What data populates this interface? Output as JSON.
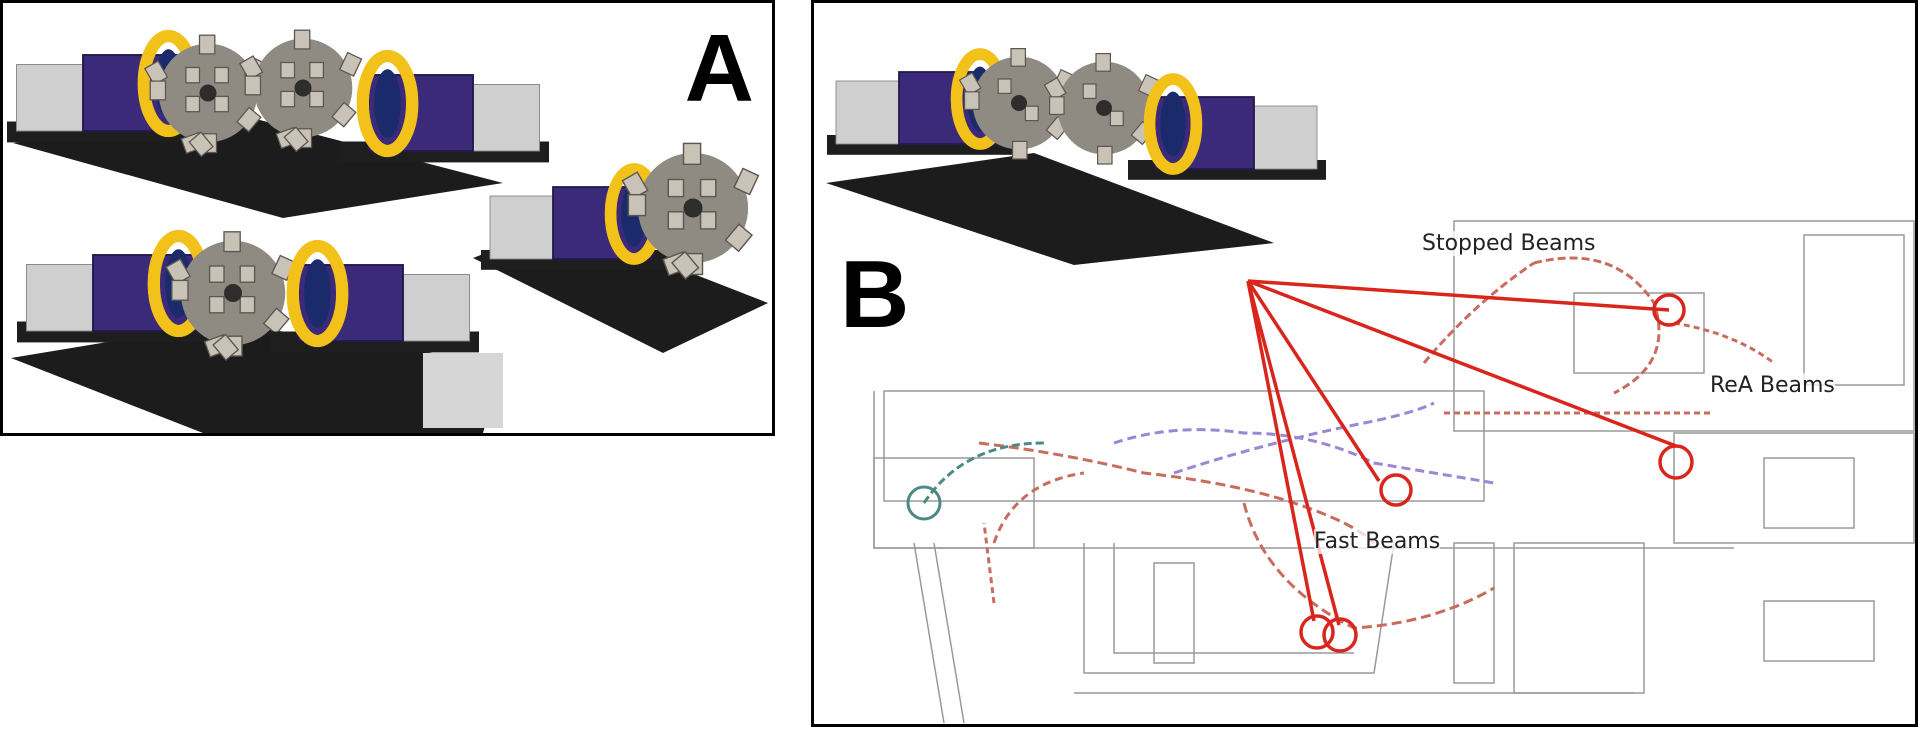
{
  "panels": {
    "a": {
      "letter": "A"
    },
    "b": {
      "letter": "B"
    }
  },
  "map": {
    "labels": {
      "stopped": "Stopped Beams",
      "rea": "ReA Beams",
      "fast": "Fast Beams"
    }
  },
  "colors": {
    "frame": "#000000",
    "pointer_lines": "#d9261c",
    "detector_ring": "#f2c21b",
    "detector_frame": "#3b2a7a",
    "detector_base": "#1e1e1e",
    "crystals": "#b8b2a6",
    "beamline_fast": "#c96c60",
    "beamline_stopped": "#9b87d6",
    "beamline_teal": "#4d8a86",
    "floorplan": "#9a9a9a"
  }
}
